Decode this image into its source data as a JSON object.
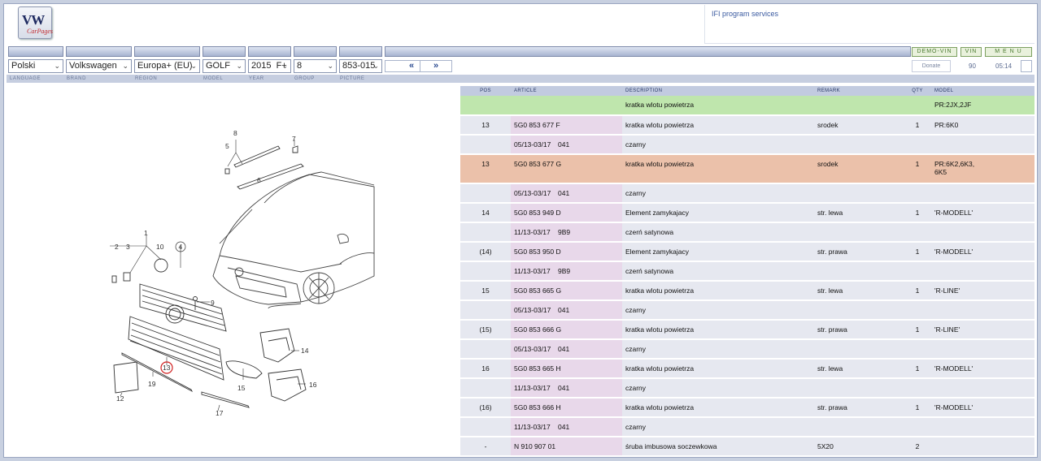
{
  "header": {
    "logo_text": "VW",
    "logo_subtext": "CarPages",
    "ifi_link": "IFI program services"
  },
  "right_buttons": {
    "demo_vin": "DEMO-VIN",
    "vin": "VIN",
    "menu": "M E N U"
  },
  "selects": {
    "language": "Polski",
    "brand": "Volkswagen",
    "region": "Europa+ (EU)",
    "model": "GOLF",
    "year": "2015  F+",
    "group": "8",
    "picture": "853-015"
  },
  "nav": {
    "prev": "«",
    "next": "»",
    "donate": "Donate",
    "count": "90",
    "time": "05:14"
  },
  "labels": {
    "language": "LANGUAGE",
    "brand": "BRAND",
    "region": "REGION",
    "model": "MODEL",
    "year": "YEAR",
    "group": "GROUP",
    "picture": "PICTURE"
  },
  "table": {
    "headers": {
      "pos": "POS",
      "article": "ARTICLE",
      "description": "DESCRIPTION",
      "remark": "REMARK",
      "qty": "QTY",
      "model": "MODEL"
    },
    "rows": [
      {
        "kind": "green",
        "pos": "",
        "article": "",
        "description": "kratka wlotu powietrza",
        "remark": "",
        "qty": "",
        "model": "PR:2JX,2JF"
      },
      {
        "kind": "main",
        "pos": "13",
        "article": "5G0 853 677 F",
        "description": "kratka wlotu powietrza",
        "remark": "srodek",
        "qty": "1",
        "model": "PR:6K0"
      },
      {
        "kind": "sub",
        "date": "05/13-03/17",
        "code": "041",
        "description": "czarny"
      },
      {
        "kind": "orange",
        "pos": "13",
        "article": "5G0 853 677 G",
        "description": "kratka wlotu powietrza",
        "remark": "srodek",
        "qty": "1",
        "model": "PR:6K2,6K3,",
        "model2": "6K5"
      },
      {
        "kind": "sub",
        "date": "05/13-03/17",
        "code": "041",
        "description": "czarny"
      },
      {
        "kind": "main",
        "pos": "14",
        "article": "5G0 853 949 D",
        "description": "Element zamykajacy",
        "remark": "str. lewa",
        "qty": "1",
        "model": "'R-MODELL'"
      },
      {
        "kind": "sub",
        "date": "11/13-03/17",
        "code": "9B9",
        "description": "czerń satynowa"
      },
      {
        "kind": "main",
        "pos": "(14)",
        "article": "5G0 853 950 D",
        "description": "Element zamykajacy",
        "remark": "str. prawa",
        "qty": "1",
        "model": "'R-MODELL'"
      },
      {
        "kind": "sub",
        "date": "11/13-03/17",
        "code": "9B9",
        "description": "czerń satynowa"
      },
      {
        "kind": "main",
        "pos": "15",
        "article": "5G0 853 665 G",
        "description": "kratka wlotu powietrza",
        "remark": "str. lewa",
        "qty": "1",
        "model": "'R-LINE'"
      },
      {
        "kind": "sub",
        "date": "05/13-03/17",
        "code": "041",
        "description": "czarny"
      },
      {
        "kind": "main",
        "pos": "(15)",
        "article": "5G0 853 666 G",
        "description": "kratka wlotu powietrza",
        "remark": "str. prawa",
        "qty": "1",
        "model": "'R-LINE'"
      },
      {
        "kind": "sub",
        "date": "05/13-03/17",
        "code": "041",
        "description": "czarny"
      },
      {
        "kind": "main",
        "pos": "16",
        "article": "5G0 853 665 H",
        "description": "kratka wlotu powietrza",
        "remark": "str. lewa",
        "qty": "1",
        "model": "'R-MODELL'"
      },
      {
        "kind": "sub",
        "date": "11/13-03/17",
        "code": "041",
        "description": "czarny"
      },
      {
        "kind": "main",
        "pos": "(16)",
        "article": "5G0 853 666 H",
        "description": "kratka wlotu powietrza",
        "remark": "str. prawa",
        "qty": "1",
        "model": "'R-MODELL'"
      },
      {
        "kind": "sub",
        "date": "11/13-03/17",
        "code": "041",
        "description": "czarny"
      },
      {
        "kind": "main",
        "pos": "-",
        "article": "N  910 907 01",
        "description": "śruba imbusowa soczewkowa",
        "remark": "5X20",
        "qty": "2",
        "model": ""
      }
    ]
  },
  "diagram": {
    "callouts": [
      "1",
      "2",
      "3",
      "4",
      "5",
      "6",
      "7",
      "8",
      "9",
      "10",
      "12",
      "13",
      "14",
      "15",
      "16",
      "17",
      "19"
    ],
    "highlight": "13",
    "highlight_color": "#d02020"
  },
  "colors": {
    "highlight_row": "#ebc1aa",
    "group_row": "#bfe6ad",
    "article_cell": "#e8d8ea"
  }
}
